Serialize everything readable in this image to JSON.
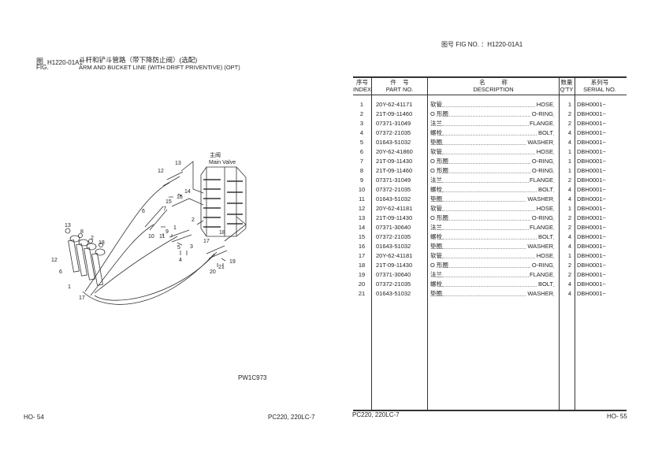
{
  "left_page": {
    "fig_label_cn": "图",
    "fig_label_en": "FIG.",
    "fig_number": "H1220-01A1",
    "title_cn": "斗杆和铲斗管路（带下降防止阀）(选配)",
    "title_en": "ARM AND BUCKET LINE (WITH DRIFT PRIVENTIVE) (OPT)",
    "diagram": {
      "main_valve_cn": "主阀",
      "main_valve_en": "Main Valve",
      "callouts": [
        "13",
        "12",
        "14",
        "15",
        "16",
        "7",
        "6",
        "2",
        "9",
        "11",
        "10",
        "1",
        "3",
        "5",
        "4",
        "18",
        "17",
        "19",
        "21",
        "20",
        "13",
        "8",
        "2",
        "18",
        "12",
        "6",
        "1",
        "17"
      ]
    },
    "drawing_code": "PW1C973",
    "footer_page": "HO- 54",
    "footer_model": "PC220, 220LC-7"
  },
  "right_page": {
    "fig_no_label": "图号  FIG NO. ：H1220-01A1",
    "headers": {
      "index_cn": "序号",
      "index_en": "INDEX",
      "part_cn": "件    号",
      "part_en": "PART NO.",
      "desc_cn": "名          称",
      "desc_en": "DESCRIPTION",
      "qty_cn": "数量",
      "qty_en": "Q'TY",
      "serial_cn": "系列号",
      "serial_en": "SERIAL NO."
    },
    "rows": [
      {
        "index": "1",
        "part": "20Y-62-41171",
        "cn": "软管",
        "en": "HOSE",
        "qty": "1",
        "serial": "DBH0001~"
      },
      {
        "index": "2",
        "part": "21T-09-11460",
        "cn": "O 形圈",
        "en": "O-RING",
        "qty": "2",
        "serial": "DBH0001~"
      },
      {
        "index": "3",
        "part": "07371-31049",
        "cn": "法兰",
        "en": "FLANGE",
        "qty": "2",
        "serial": "DBH0001~"
      },
      {
        "index": "4",
        "part": "07372-21035",
        "cn": "螺栓",
        "en": "BOLT",
        "qty": "4",
        "serial": "DBH0001~"
      },
      {
        "index": "5",
        "part": "01643-51032",
        "cn": "垫圈",
        "en": "WASHER",
        "qty": "4",
        "serial": "DBH0001~"
      },
      {
        "index": "6",
        "part": "20Y-62-41860",
        "cn": "软管",
        "en": "HOSE",
        "qty": "1",
        "serial": "DBH0001~"
      },
      {
        "index": "7",
        "part": "21T-09-11430",
        "cn": "O 形圈",
        "en": "O-RING",
        "qty": "1",
        "serial": "DBH0001~"
      },
      {
        "index": "8",
        "part": "21T-09-11460",
        "cn": "O 形圈",
        "en": "O-RING",
        "qty": "1",
        "serial": "DBH0001~"
      },
      {
        "index": "9",
        "part": "07371-31049",
        "cn": "法兰",
        "en": "FLANGE",
        "qty": "2",
        "serial": "DBH0001~"
      },
      {
        "index": "10",
        "part": "07372-21035",
        "cn": "螺栓",
        "en": "BOLT",
        "qty": "4",
        "serial": "DBH0001~"
      },
      {
        "index": "11",
        "part": "01643-51032",
        "cn": "垫圈",
        "en": "WASHER",
        "qty": "4",
        "serial": "DBH0001~"
      },
      {
        "index": "12",
        "part": "20Y-62-41181",
        "cn": "软管",
        "en": "HOSE",
        "qty": "1",
        "serial": "DBH0001~"
      },
      {
        "index": "13",
        "part": "21T-09-11430",
        "cn": "O 形圈",
        "en": "O-RING",
        "qty": "2",
        "serial": "DBH0001~"
      },
      {
        "index": "14",
        "part": "07371-30640",
        "cn": "法兰",
        "en": "FLANGE",
        "qty": "2",
        "serial": "DBH0001~"
      },
      {
        "index": "15",
        "part": "07372-21035",
        "cn": "螺栓",
        "en": "BOLT",
        "qty": "4",
        "serial": "DBH0001~"
      },
      {
        "index": "16",
        "part": "01643-51032",
        "cn": "垫圈",
        "en": "WASHER",
        "qty": "4",
        "serial": "DBH0001~"
      },
      {
        "index": "17",
        "part": "20Y-62-41181",
        "cn": "软管",
        "en": "HOSE",
        "qty": "1",
        "serial": "DBH0001~"
      },
      {
        "index": "18",
        "part": "21T-09-11430",
        "cn": "O 形圈",
        "en": "O-RING",
        "qty": "2",
        "serial": "DBH0001~"
      },
      {
        "index": "19",
        "part": "07371-30640",
        "cn": "法兰",
        "en": "FLANGE",
        "qty": "2",
        "serial": "DBH0001~"
      },
      {
        "index": "20",
        "part": "07372-21035",
        "cn": "螺栓",
        "en": "BOLT",
        "qty": "4",
        "serial": "DBH0001~"
      },
      {
        "index": "21",
        "part": "01643-51032",
        "cn": "垫圈",
        "en": "WASHER",
        "qty": "4",
        "serial": "DBH0001~"
      }
    ],
    "footer_model": "PC220, 220LC-7",
    "footer_page": "HO- 55"
  }
}
